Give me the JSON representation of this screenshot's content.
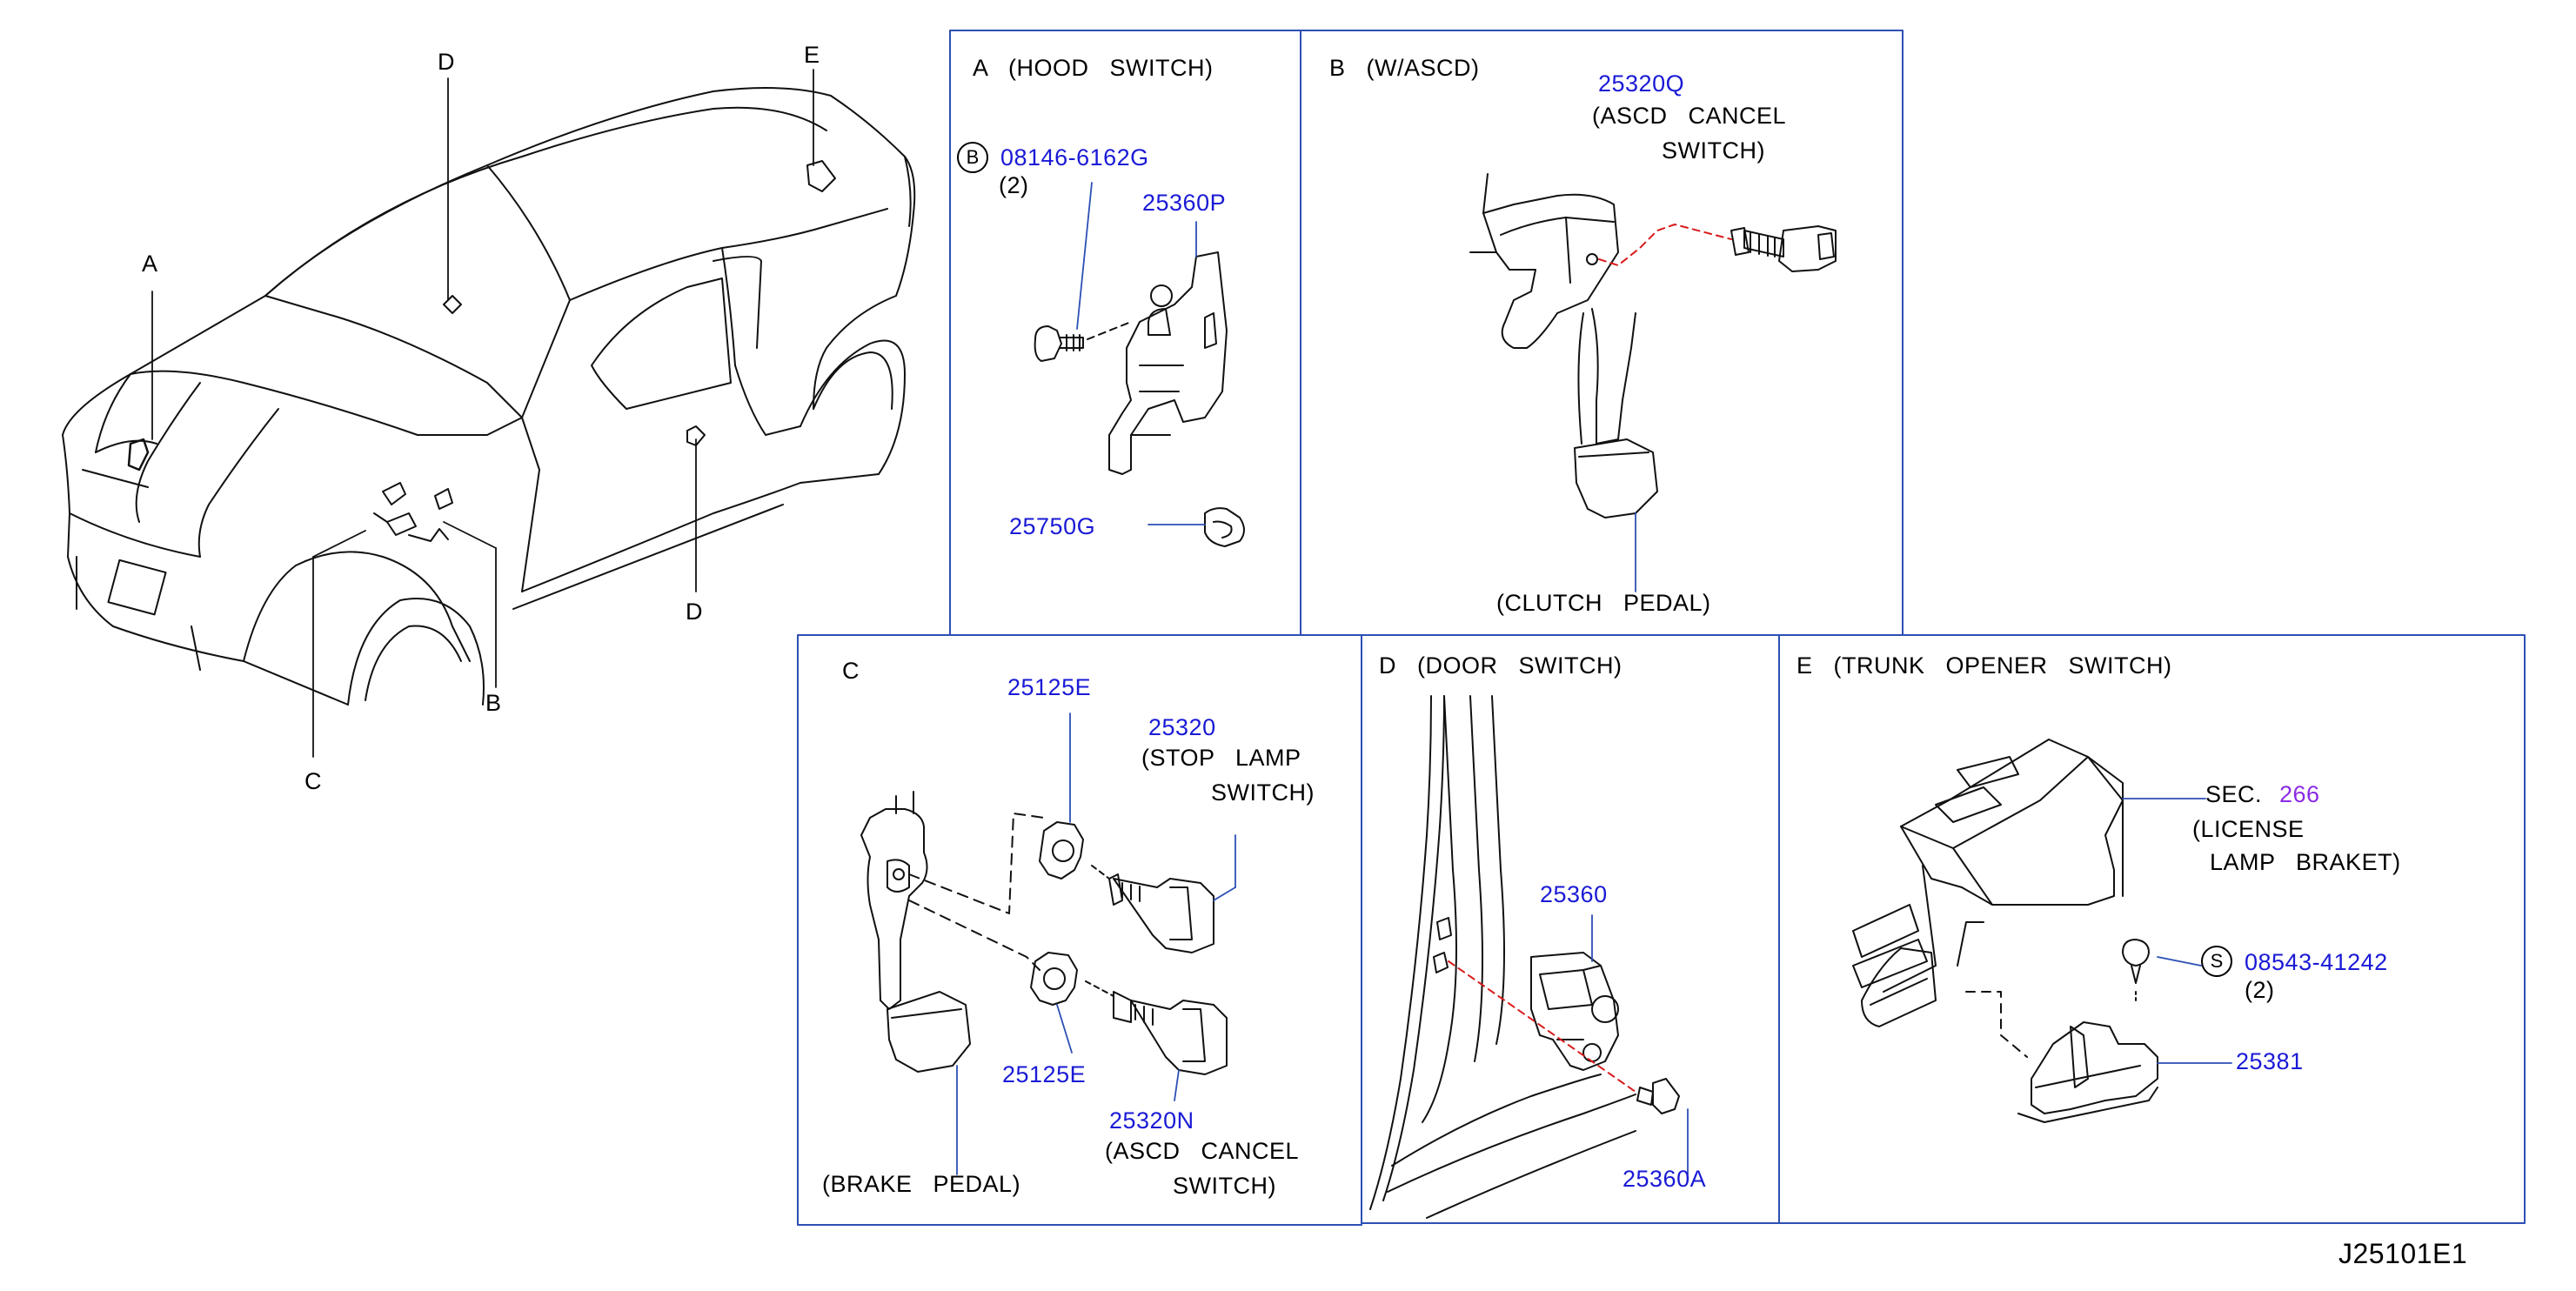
{
  "colors": {
    "part_number": "#1a1ad6",
    "section_ref": "#8a2be2",
    "panel_border": "#2d4fb5",
    "leader": "#2d4fb5",
    "dashed_link": "#d81b1b",
    "line": "#111111"
  },
  "overview": {
    "callouts": {
      "A": "A",
      "B": "B",
      "C": "C",
      "D_top": "D",
      "D_bottom": "D",
      "E": "E"
    }
  },
  "panel_a": {
    "title": "A   (HOOD   SWITCH)",
    "bolt_symbol": "B",
    "bolt_part": "08146-6162G",
    "bolt_qty": "(2)",
    "switch_part": "25360P",
    "bumper_part": "25750G"
  },
  "panel_b": {
    "title": "B   (W/ASCD)",
    "switch_part": "25320Q",
    "switch_desc_1": "(ASCD   CANCEL",
    "switch_desc_2": "SWITCH)",
    "pedal_label": "(CLUTCH   PEDAL)"
  },
  "panel_c": {
    "title": "C",
    "clip_part_top": "25125E",
    "stop_part": "25320",
    "stop_desc_1": "(STOP   LAMP",
    "stop_desc_2": "SWITCH)",
    "clip_part_bottom": "25125E",
    "ascd_part": "25320N",
    "ascd_desc_1": "(ASCD   CANCEL",
    "ascd_desc_2": "SWITCH)",
    "pedal_label": "(BRAKE   PEDAL)"
  },
  "panel_d": {
    "title": "D   (DOOR   SWITCH)",
    "switch_part": "25360",
    "bolt_part": "25360A"
  },
  "panel_e": {
    "title": "E   (TRUNK   OPENER   SWITCH)",
    "sec_prefix": "SEC.",
    "sec_number": "266",
    "sec_desc_1": "(LICENSE",
    "sec_desc_2": "LAMP   BRAKET)",
    "screw_symbol": "S",
    "screw_part": "08543-41242",
    "screw_qty": "(2)",
    "switch_part": "25381"
  },
  "footer": {
    "diagram_code": "J25101E1"
  }
}
